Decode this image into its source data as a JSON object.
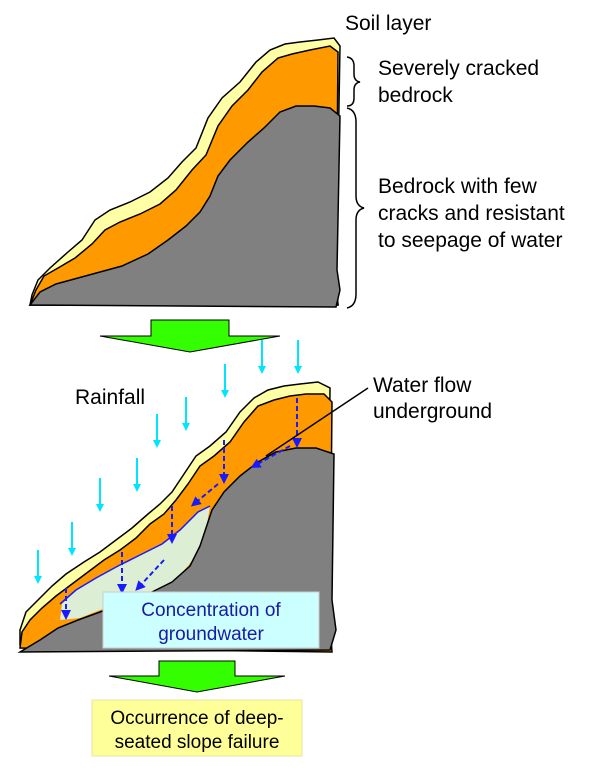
{
  "labels": {
    "soil_layer": "Soil layer",
    "severely_cracked_line1": "Severely cracked",
    "severely_cracked_line2": "bedrock",
    "bedrock_few_line1": "Bedrock with few",
    "bedrock_few_line2": "cracks and resistant",
    "bedrock_few_line3": "to seepage of water",
    "rainfall": "Rainfall",
    "water_flow_line1": "Water flow",
    "water_flow_line2": "underground",
    "concentration_line1": "Concentration of",
    "concentration_line2": "groundwater",
    "occurrence_line1": "Occurrence of deep-",
    "occurrence_line2": "seated slope failure"
  },
  "colors": {
    "soil": "#ffffa6",
    "cracked_bedrock": "#ff9900",
    "bedrock": "#808080",
    "arrow_green": "#33ff00",
    "rain": "#00e5ff",
    "groundwater": "#dcefd4",
    "flow": "#1a1aff",
    "concentration_box": "#ccffff",
    "occurrence_box": "#ffff99"
  }
}
